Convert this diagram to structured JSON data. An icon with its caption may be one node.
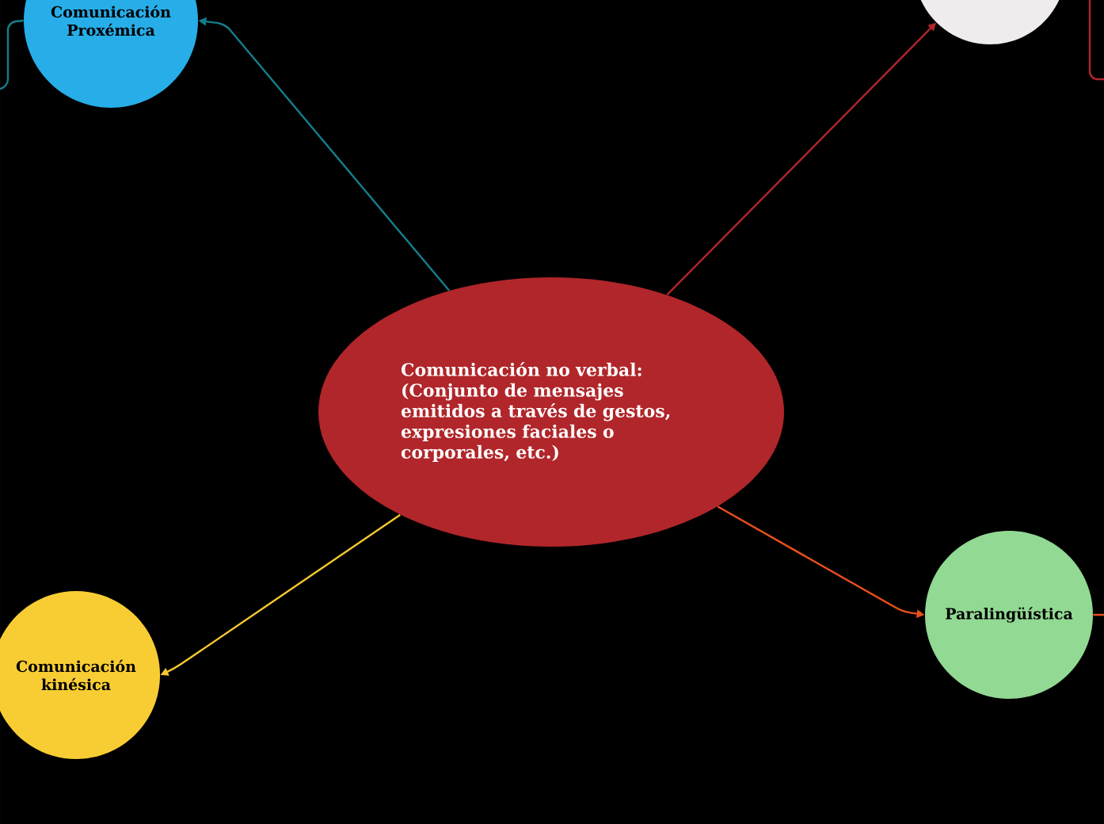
{
  "diagram": {
    "nodes": [
      {
        "text": [
          "Comunicación no verbal: (Conjunto de mensajes emitidos a través de gestos, expresiones faciales o corporales, etc.)"
        ]
      },
      {
        "text": [
          "Comunicación Proxémica"
        ]
      },
      {
        "text": [],
        "shape": "circle"
      },
      {
        "text": [
          "Comunicación kinésica"
        ]
      },
      {
        "text": [
          "Paralingüística"
        ]
      }
    ],
    "edges": [
      {
        "from": 0,
        "to": 1,
        "arrow": "to",
        "color": "#137f8c"
      },
      {
        "from": 0,
        "to": 2,
        "arrow": "to",
        "color": "#b0262a"
      },
      {
        "from": 0,
        "to": 3,
        "arrow": "to",
        "color": "#f5c92e"
      },
      {
        "from": 0,
        "to": 4,
        "arrow": "to",
        "color": "#e8501a"
      },
      {
        "from": 1,
        "to": null,
        "arrow": "none",
        "color": "#137f8c"
      },
      {
        "from": 2,
        "to": null,
        "arrow": "none",
        "color": "#b0262a"
      },
      {
        "from": 4,
        "to": null,
        "arrow": "none",
        "color": "#e8501a"
      }
    ]
  }
}
